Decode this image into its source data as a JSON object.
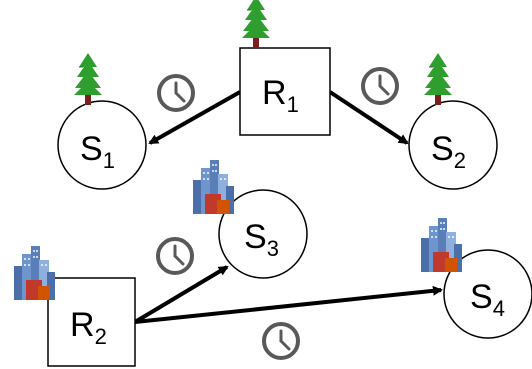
{
  "nodes": {
    "R1": {
      "label": "R",
      "sub": "1",
      "icon": "tree-icon"
    },
    "R2": {
      "label": "R",
      "sub": "2",
      "icon": "city-buildings-icon"
    },
    "S1": {
      "label": "S",
      "sub": "1",
      "icon": "tree-icon"
    },
    "S2": {
      "label": "S",
      "sub": "2",
      "icon": "tree-icon"
    },
    "S3": {
      "label": "S",
      "sub": "3",
      "icon": "city-buildings-icon"
    },
    "S4": {
      "label": "S",
      "sub": "4",
      "icon": "city-buildings-icon"
    }
  },
  "edges": [
    {
      "from": "R1",
      "to": "S1",
      "icon": "clock-icon"
    },
    {
      "from": "R1",
      "to": "S2",
      "icon": "clock-icon"
    },
    {
      "from": "R2",
      "to": "S3",
      "icon": "clock-icon"
    },
    {
      "from": "R2",
      "to": "S4",
      "icon": "clock-icon"
    }
  ],
  "colors": {
    "stroke": "#000000",
    "clock": "#595959",
    "tree_green": "#2e9e2e",
    "tree_trunk": "#7a1f1f",
    "building_blue": "#5a7fb8",
    "building_red": "#c0392b"
  }
}
